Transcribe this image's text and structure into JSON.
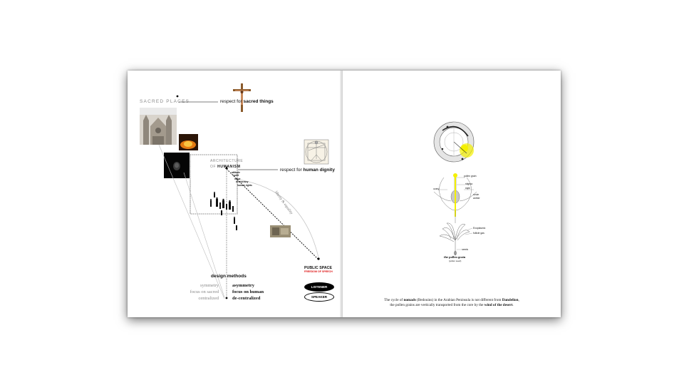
{
  "left_page": {
    "sacred_places": "SACRED PLACES",
    "respect_sacred_prefix": "respect for ",
    "respect_sacred_bold": "sacred things",
    "architecture_line": "ARCHITECTURE",
    "of_word": "OF",
    "humanism": "HUMANISM",
    "keywords": [
      "attitude",
      "spirit",
      "value",
      "democracy",
      "human rights"
    ],
    "respect_dignity_prefix": "respect for ",
    "respect_dignity_bold": "human dignity",
    "liberty_equality": "liberty & equality",
    "design_methods": "design methods",
    "symmetry_list": [
      "symmetry",
      "focus on sacred",
      "centralized"
    ],
    "asymmetry_list": [
      "asymmetry",
      "focus on human",
      "de-centralized"
    ],
    "public_space": "PUBLIC SPACE",
    "freedom_of_speech": "FREEDOM OF SPEECH",
    "listener": "LISTENER",
    "speaker": "SPEAKER"
  },
  "right_page": {
    "diagram_labels": {
      "pollen_grain_top": "pollen grain",
      "stigma": "stigma",
      "style": "style",
      "ovary": "ovary",
      "ovule": "ovule",
      "anther": "anther",
      "exoplasmic": "Exoplasmic",
      "follicular_gas": "follicle gas",
      "seeds": "seeds",
      "the_pollen_grain": "the pollen grain",
      "pollen_sub": "(pollen seed)"
    },
    "caption": {
      "l1_a": "The cycle of ",
      "l1_b": "nomads",
      "l1_c": " (Bedouins) in the Arabian Peninsula is not different from ",
      "l1_d": "Dandelion",
      "l1_e": ",",
      "l2_a": "the pollen grains are vertically transported from the core by the ",
      "l2_b": "wind of the desert",
      "l2_c": "."
    }
  },
  "colors": {
    "accent_red": "#dd1111",
    "highlight_yellow": "#f4f000",
    "muted_gray": "#888888"
  }
}
